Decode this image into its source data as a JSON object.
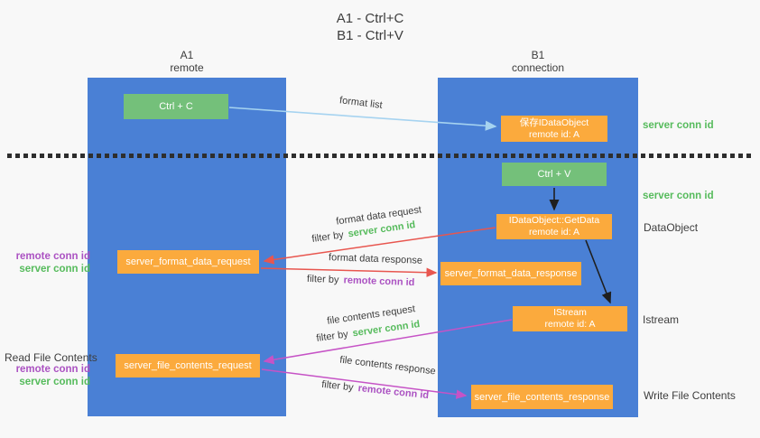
{
  "title": {
    "line1": "A1 - Ctrl+C",
    "line2": "B1 - Ctrl+V"
  },
  "lanes": {
    "a1": {
      "name": "A1",
      "subtitle": "remote"
    },
    "b1": {
      "name": "B1",
      "subtitle": "connection"
    }
  },
  "nodes": {
    "ctrl_c": {
      "label": "Ctrl + C"
    },
    "ctrl_v": {
      "label": "Ctrl + V"
    },
    "save_dataobject": {
      "line1": "保存IDataObject",
      "line2": "remote id: A"
    },
    "getdata": {
      "line1": "IDataObject::GetData",
      "line2": "remote id: A"
    },
    "istream": {
      "line1": "IStream",
      "line2": "remote id: A"
    },
    "format_request": {
      "label": "server_format_data_request"
    },
    "format_response": {
      "label": "server_format_data_response"
    },
    "file_request": {
      "label": "server_file_contents_request"
    },
    "file_response": {
      "label": "server_file_contents_response"
    }
  },
  "side_labels": {
    "server_conn_id_top": "server conn id",
    "server_conn_id_mid": "server conn id",
    "dataobject": "DataObject",
    "istream": "Istream",
    "write_file_contents": "Write File Contents",
    "read_file_contents": "Read File Contents",
    "format_remote_conn_id": "remote conn id",
    "format_server_conn_id": "server conn id",
    "file_remote_conn_id": "remote conn id",
    "file_server_conn_id": "server conn id"
  },
  "arrow_labels": {
    "format_list": "format list",
    "format_data_request": "format data request",
    "filter_by_1": "filter by",
    "filter_value_1": "server conn id",
    "format_data_response": "format data response",
    "filter_by_2": "filter by",
    "filter_value_2": "remote conn id",
    "file_contents_request": "file contents request",
    "filter_by_3": "filter by",
    "filter_value_3": "server conn id",
    "file_contents_response": "file contents response",
    "filter_by_4": "filter by",
    "filter_value_4": "remote conn id"
  },
  "colors": {
    "lane_blue": "#4a80d5",
    "node_green": "#74c07a",
    "node_orange": "#fbaa3d",
    "label_green": "#56bb5c",
    "label_purple": "#ab52c2",
    "arrow_red": "#e8564f",
    "arrow_magenta": "#c653c6",
    "arrow_lightblue": "#a6d3f0",
    "arrow_black": "#1f1f1f",
    "text_dark": "#3d3d3d",
    "background": "#f8f8f8"
  }
}
